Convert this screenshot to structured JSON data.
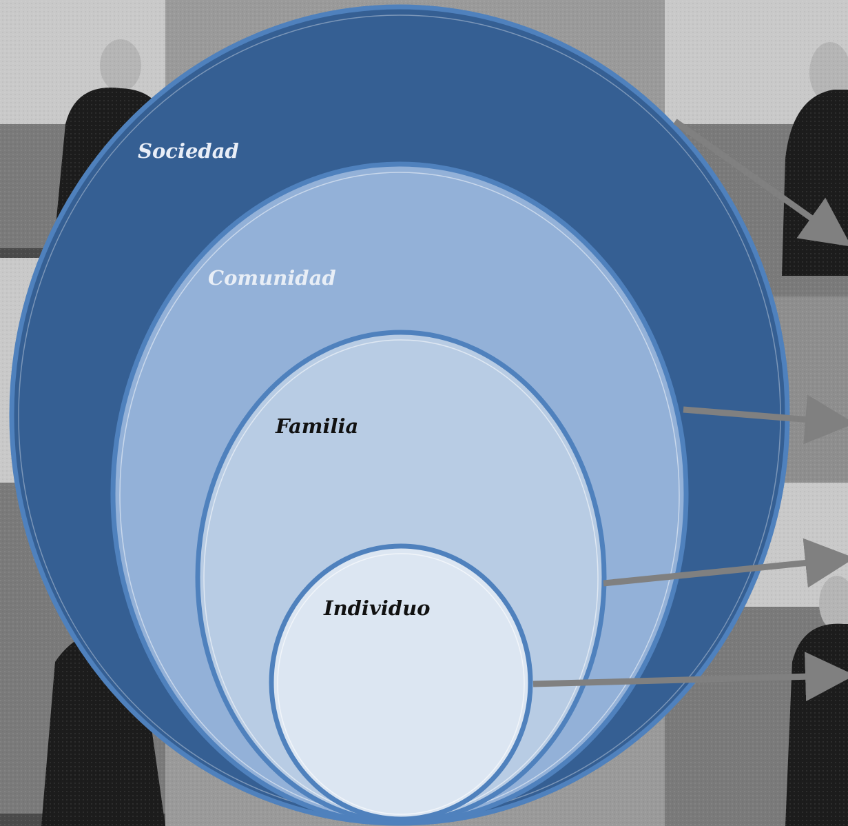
{
  "diagram": {
    "levels": [
      {
        "id": "sociedad",
        "label": "Sociedad",
        "fill": "#355f93",
        "stroke": "#4f81bd",
        "text_color": "#e9eef7"
      },
      {
        "id": "comunidad",
        "label": "Comunidad",
        "fill": "#93b1d8",
        "stroke": "#4f81bd",
        "text_color": "#e8eef6"
      },
      {
        "id": "familia",
        "label": "Familia",
        "fill": "#b8cce4",
        "stroke": "#4f81bd",
        "text_color": "#111111"
      },
      {
        "id": "individuo",
        "label": "Individuo",
        "fill": "#dce6f2",
        "stroke": "#4f81bd",
        "text_color": "#111111"
      }
    ],
    "arrow_color": "#808080",
    "photo_tone": {
      "sky": "#c9c9c9",
      "sea": "#7a7a7a",
      "rail": "#4a4a4a",
      "figure": "#1c1c1c"
    }
  }
}
